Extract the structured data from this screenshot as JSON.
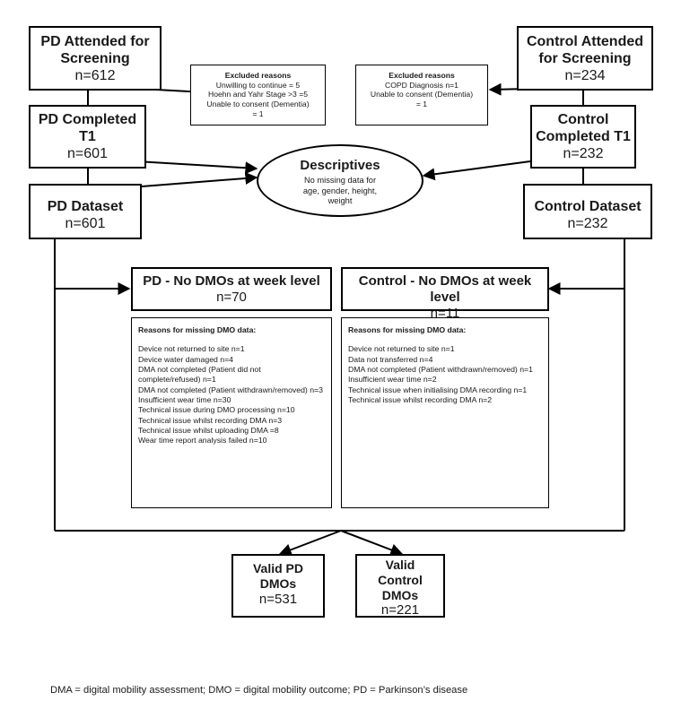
{
  "pd_screening": {
    "title": "PD Attended for Screening",
    "n": "n=612"
  },
  "control_screening": {
    "title": "Control Attended for Screening",
    "n": "n=234"
  },
  "excluded_pd": {
    "heading": "Excluded reasons",
    "lines": [
      "Unwilling to continue = 5",
      "Hoehn and Yahr Stage >3 =5",
      "Unable to consent (Dementia)",
      "= 1"
    ]
  },
  "excluded_control": {
    "heading": "Excluded reasons",
    "lines": [
      "COPD Diagnosis n=1",
      "Unable to consent (Dementia)",
      "= 1"
    ]
  },
  "pd_t1": {
    "title": "PD Completed T1",
    "n": "n=601"
  },
  "control_t1": {
    "title": "Control Completed T1",
    "n": "n=232"
  },
  "descriptives": {
    "title": "Descriptives",
    "text": "No missing data for age, gender, height, weight"
  },
  "pd_dataset": {
    "title": "PD Dataset",
    "n": "n=601"
  },
  "control_dataset": {
    "title": "Control Dataset",
    "n": "n=232"
  },
  "pd_no_dmo": {
    "title": "PD - No DMOs at week level",
    "n": "n=70"
  },
  "control_no_dmo": {
    "title": "Control - No DMOs at week level",
    "n": "n=11"
  },
  "pd_reasons": {
    "heading": "Reasons for missing DMO data:",
    "lines": [
      "Device not returned to site n=1",
      "Device water damaged n=4",
      "DMA not completed (Patient did not complete/refused) n=1",
      "DMA not completed (Patient withdrawn/removed) n=3",
      "Insufficient wear time n=30",
      "Technical issue during DMO processing n=10",
      "Technical issue whilst recording DMA n=3",
      "Technical issue whilst uploading DMA =8",
      "Wear time report analysis failed n=10"
    ]
  },
  "control_reasons": {
    "heading": "Reasons for missing DMO data:",
    "lines": [
      "Device not returned to site n=1",
      "Data not transferred n=4",
      "DMA not completed (Patient withdrawn/removed) n=1",
      "Insufficient wear time n=2",
      "Technical issue when initialising DMA recording n=1",
      "Technical issue whilst recording DMA n=2"
    ]
  },
  "valid_pd": {
    "title": "Valid PD DMOs",
    "n": "n=531"
  },
  "valid_control": {
    "title": "Valid Control DMOs",
    "n": "n=221"
  },
  "footnote": "DMA = digital mobility assessment; DMO = digital mobility outcome; PD = Parkinson’s disease"
}
